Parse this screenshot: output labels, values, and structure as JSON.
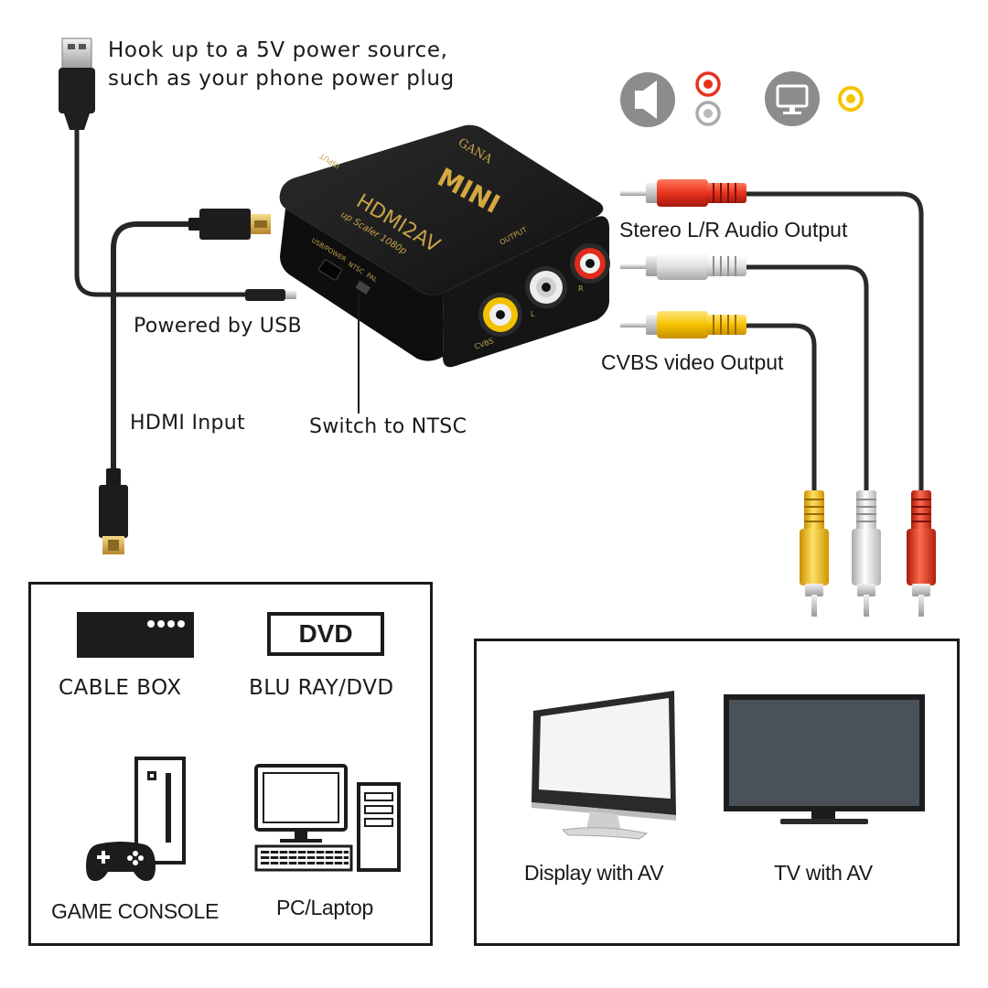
{
  "labels": {
    "power_line1": "Hook up to a 5V power source,",
    "power_line2": "such as your phone power plug",
    "powered_usb": "Powered by USB",
    "hdmi_input": "HDMI Input",
    "switch_ntsc": "Switch to NTSC",
    "stereo_audio": "Stereo L/R Audio Output",
    "cvbs_video": "CVBS video Output"
  },
  "device": {
    "brand": "GANA",
    "mini": "MINI",
    "model": "HDMI2AV",
    "subtitle": "up Scaler 1080p",
    "input": "INPUT",
    "output": "OUTPUT",
    "usb_power": "USB/POWER",
    "ntsc": "NTSC",
    "pal": "PAL",
    "cvbs": "CVBS",
    "l": "L",
    "r": "R"
  },
  "sources": {
    "cable_box": "CABLE BOX",
    "dvd_logo": "DVD",
    "blu_ray": "BLU RAY/DVD",
    "game_console": "GAME CONSOLE",
    "pc_laptop": "PC/Laptop"
  },
  "displays": {
    "display_av": "Display with AV",
    "tv_av": "TV with AV"
  },
  "colors": {
    "red_plug": "#e8321e",
    "white_plug": "#e9e9e9",
    "yellow_plug": "#f5c300",
    "device_body": "#1d1d1d",
    "gold": "#c8a24a",
    "icon_gray": "#8c8c8c"
  }
}
